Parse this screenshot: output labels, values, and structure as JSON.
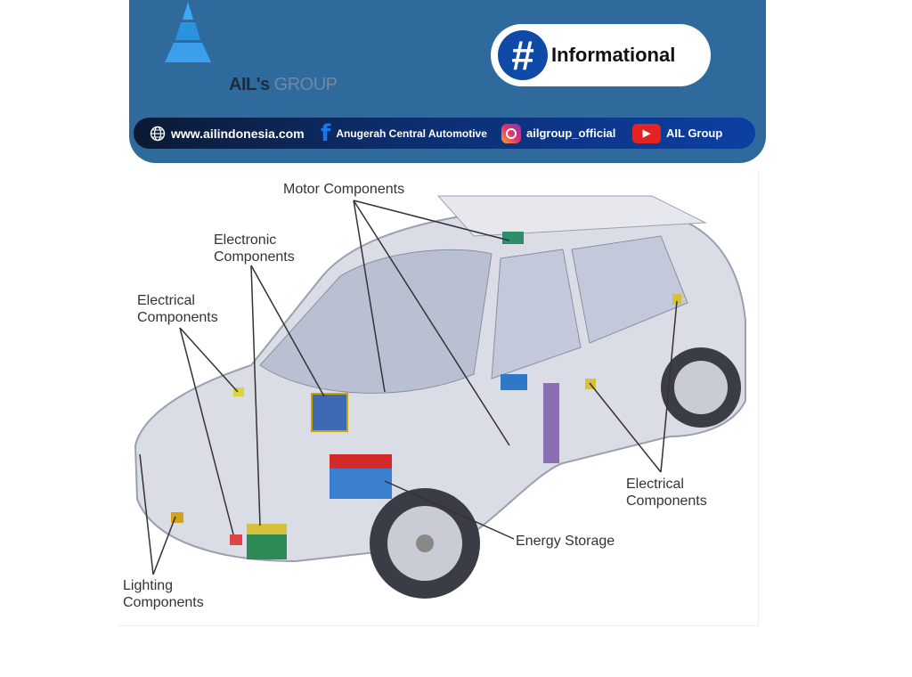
{
  "header": {
    "logo": {
      "brand": "AIL's",
      "suffix": "GROUP"
    },
    "badge": {
      "icon": "hash-icon",
      "label": "Informational"
    },
    "social": [
      {
        "icon": "globe-icon",
        "label": "www.ailindonesia.com"
      },
      {
        "icon": "facebook-icon",
        "label": "Anugerah Central Automotive"
      },
      {
        "icon": "instagram-icon",
        "label": "ailgroup_official"
      },
      {
        "icon": "youtube-icon",
        "label": "AIL Group"
      }
    ],
    "colors": {
      "banner": "#2f6a9d",
      "badge": "#0f4aa8"
    }
  },
  "diagram": {
    "labels": {
      "motor": "Motor Components",
      "electronic": [
        "Electronic",
        "Components"
      ],
      "electrical_left": [
        "Electrical",
        "Components"
      ],
      "lighting": [
        "Lighting",
        "Components"
      ],
      "energy": "Energy Storage",
      "electrical_right": [
        "Electrical",
        "Components"
      ]
    }
  }
}
